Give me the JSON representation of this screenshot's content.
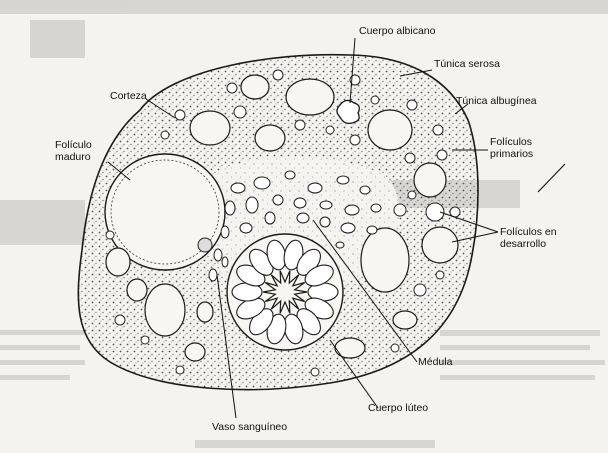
{
  "diagram": {
    "labels": {
      "cuerpo_albicans": "Cuerpo albicano",
      "tunica_serosa": "Túnica serosa",
      "tunica_albuginea": "Túnica albugínea",
      "foliculos_primarios": "Folículos\nprimarios",
      "foliculos_desarrollo": "Folículos en\ndesarrollo",
      "corteza": "Corteza",
      "foliculo_maduro": "Folículo\nmaduro",
      "medula": "Médula",
      "cuerpo_luteo": "Cuerpo lúteo",
      "vaso_sanguineo": "Vaso sanguíneo"
    }
  },
  "colors": {
    "background": "#f4f3ef",
    "ink": "#1a1a1a",
    "cortex_stipple": "#6b6b6b"
  }
}
